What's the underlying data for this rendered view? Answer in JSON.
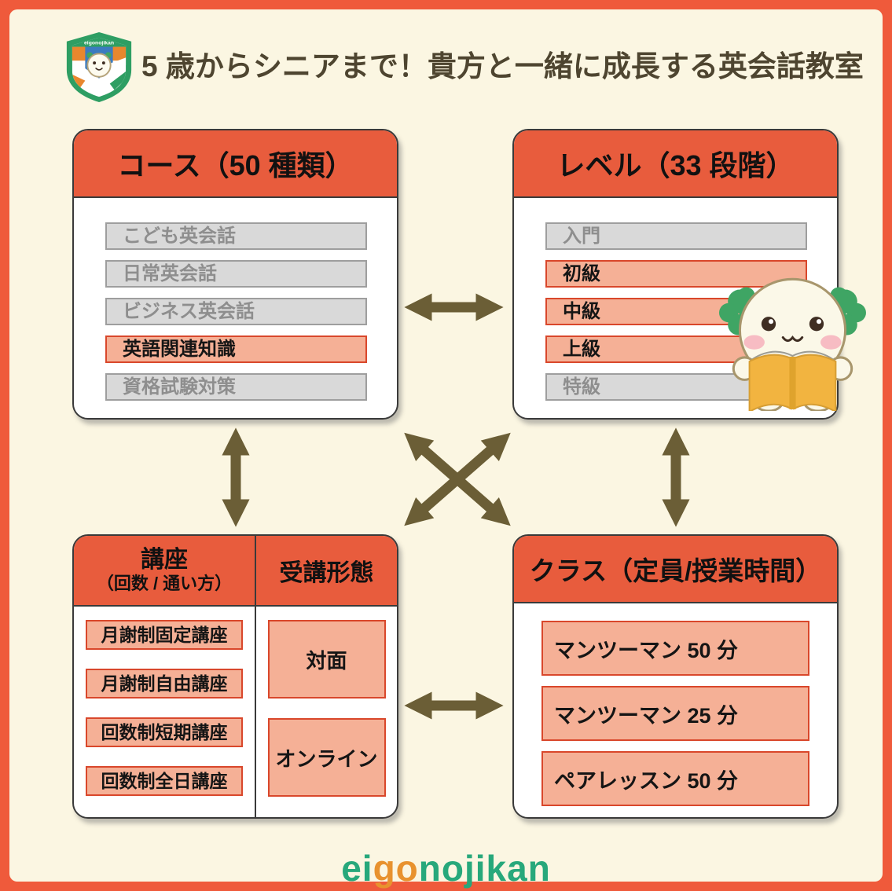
{
  "header": {
    "title": "5 歳からシニアまで！貴方と一緒に成長する英会話教室",
    "logo_text": "eigonojikan"
  },
  "panels": {
    "courses": {
      "title": "コース（50 種類）",
      "items": [
        {
          "label": "こども英会話",
          "state": "inactive"
        },
        {
          "label": "日常英会話",
          "state": "inactive"
        },
        {
          "label": "ビジネス英会話",
          "state": "inactive"
        },
        {
          "label": "英語関連知識",
          "state": "active"
        },
        {
          "label": "資格試験対策",
          "state": "inactive"
        }
      ]
    },
    "levels": {
      "title": "レベル（33 段階）",
      "items": [
        {
          "label": "入門",
          "state": "inactive"
        },
        {
          "label": "初級",
          "state": "active"
        },
        {
          "label": "中級",
          "state": "active"
        },
        {
          "label": "上級",
          "state": "active"
        },
        {
          "label": "特級",
          "state": "inactive"
        }
      ]
    },
    "lectures": {
      "title_line1": "講座",
      "title_line2": "（回数 / 通い方）",
      "items": [
        "月謝制固定講座",
        "月謝制自由講座",
        "回数制短期講座",
        "回数制全日講座"
      ]
    },
    "formats": {
      "title": "受講形態",
      "items": [
        "対面",
        "オンライン"
      ]
    },
    "classes": {
      "title": "クラス（定員/授業時間）",
      "items": [
        "マンツーマン 50 分",
        "マンツーマン 25 分",
        "ペアレッスン 50 分"
      ]
    }
  },
  "footer": {
    "logo_parts": [
      {
        "text": "ei",
        "color": "#27A87B"
      },
      {
        "text": "go",
        "color": "#E8922E"
      },
      {
        "text": "nojikan",
        "color": "#27A87B"
      }
    ]
  },
  "colors": {
    "frame": "#EF5A3B",
    "background": "#FBF6E2",
    "header_red": "#E85C3D",
    "highlight_bg": "#F5B096",
    "highlight_border": "#D9472B",
    "inactive_bg": "#D9D9D9",
    "inactive_border": "#9E9E9E",
    "inactive_text": "#8E8E8E",
    "arrow": "#6B5E36",
    "title_text": "#4E4530"
  }
}
